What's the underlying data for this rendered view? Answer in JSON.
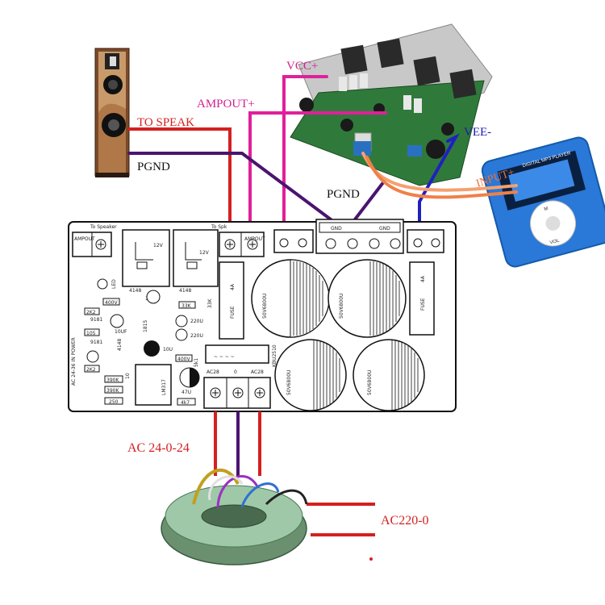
{
  "labels": {
    "vcc": "VCC+",
    "ampout": "AMPOUT+",
    "to_speak": "TO SPEAK",
    "pgnd_left": "PGND",
    "pgnd_mid": "PGND",
    "vee": "VEE-",
    "input": "INPUT+",
    "ac_24": "AC 24-0-24",
    "ac_220": "AC220-0"
  },
  "board": {
    "to_speaker_small": "To Speaker",
    "to_spk_small": "To Spk",
    "ampout_terminal": "AMPOUT",
    "ampout_terminal2": "AMPOUT",
    "gnd_1": "GND",
    "gnd_2": "GND",
    "relay_voltage_1": "12V",
    "relay_voltage_2": "12V",
    "fuse_left": "FUSE",
    "fuse_left_rating": "4A",
    "fuse_right": "FUSE",
    "fuse_right_rating": "4A",
    "cap_1": "50V6800U",
    "cap_2": "50V6800U",
    "cap_3": "50V6800U",
    "cap_4": "50V6800U",
    "bridge": "KBU2510",
    "ac_label_1": "AC28",
    "ac_label_2": "0",
    "ac_label_3": "AC28",
    "power_in": "AC 24-36 IN POWER",
    "led": "LED",
    "r_4148_a": "4148",
    "r_4148_b": "4148",
    "r_4148_c": "4148",
    "r_1815_a": "1815",
    "r_1815_b": "1815",
    "r_33k": "33K",
    "r_33k_b": "33K",
    "c_220u_a": "220U",
    "c_220u_b": "220U",
    "c_10u": "10U",
    "c_10uf": "10UF",
    "r_400_a": "400V",
    "r_400_b": "400V",
    "r_2k2_a": "2K2",
    "r_2k2_b": "2K2",
    "r_390k_a": "390K",
    "r_390k_b": "390K",
    "r_250": "250",
    "r_105": "105",
    "r_9181_a": "9181",
    "r_9181_b": "9181",
    "lm317": "LM317",
    "c_47u": "47U",
    "r_4k7": "4k7",
    "r_10": "10",
    "r_5k1": "5k1"
  },
  "mp3": {
    "title": "DIGITAL MP3 PLAYER",
    "vol": "VOL",
    "m": "M"
  },
  "colors": {
    "red_wire": "#d42020",
    "magenta_wire": "#e0209a",
    "purple_wire": "#4a1470",
    "blue_wire": "#2020c0",
    "orange_wire": "#f08048",
    "label_red": "#d42020",
    "label_magenta": "#d02090",
    "label_blue": "#1a1ab0",
    "label_orange": "#f07030"
  }
}
